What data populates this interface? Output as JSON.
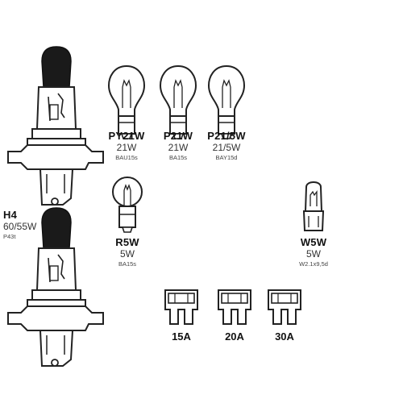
{
  "bulbs": [
    {
      "code": "PY21W",
      "watt": "21W",
      "base": "BAU15s"
    },
    {
      "code": "P21W",
      "watt": "21W",
      "base": "BA15s"
    },
    {
      "code": "P21/5W",
      "watt": "21/5W",
      "base": "BAY15d"
    },
    {
      "code": "R5W",
      "watt": "5W",
      "base": "BA15s"
    },
    {
      "code": "W5W",
      "watt": "5W",
      "base": "W2.1x9,5d"
    }
  ],
  "headlamp": {
    "code": "H4",
    "watt": "60/55W",
    "base": "P43t"
  },
  "fuses": [
    {
      "rating": "15A"
    },
    {
      "rating": "20A"
    },
    {
      "rating": "30A"
    }
  ]
}
